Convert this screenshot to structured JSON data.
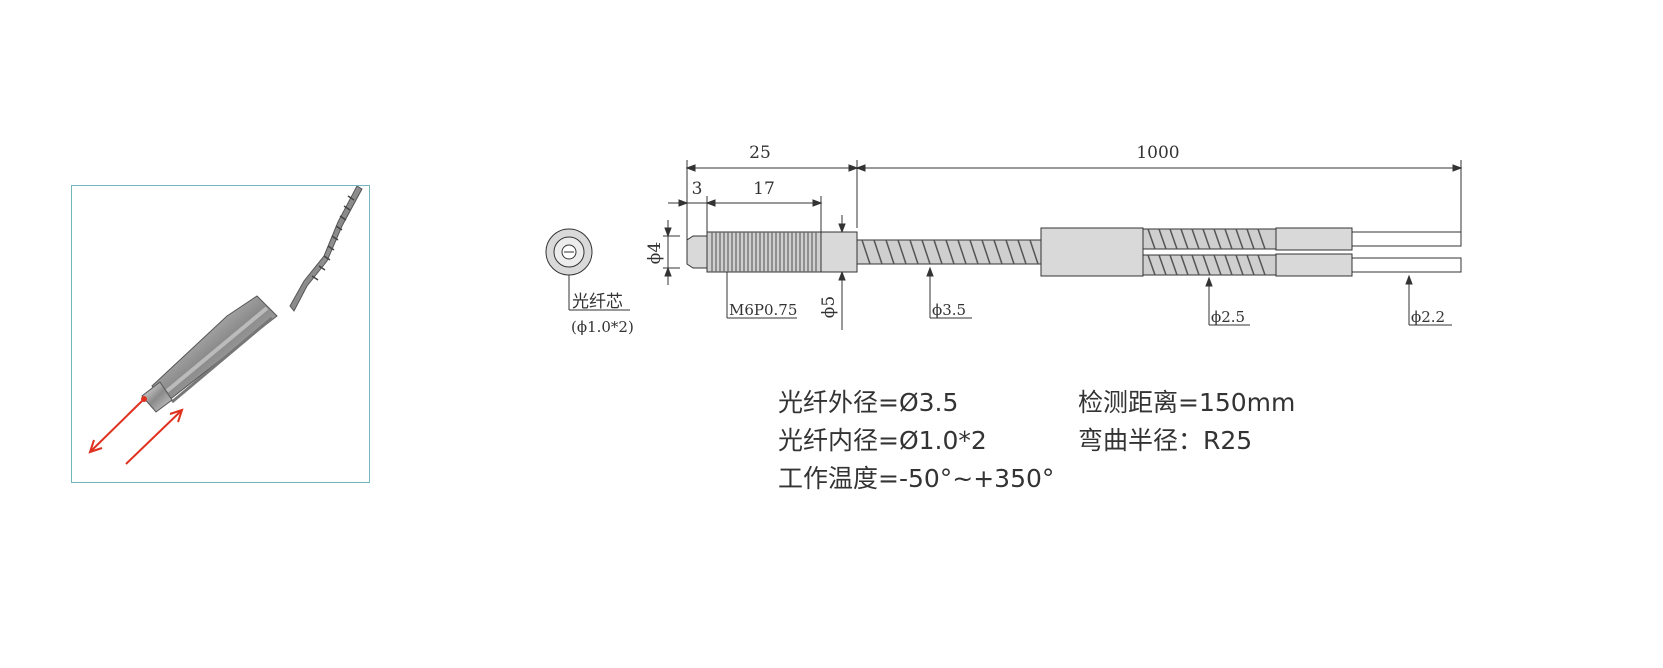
{
  "colors": {
    "frame": "#6fb7bd",
    "arrow": "#e0301e",
    "line": "#333333",
    "fill": "#d9d9d9"
  },
  "photo": {
    "description_icon": "fiber-probe-photo-icon"
  },
  "dimensions": {
    "total_head": "25",
    "fiber_length": "1000",
    "tip": "3",
    "thread_length": "17",
    "dia_tip": "ϕ4",
    "dia_body": "ϕ5",
    "thread": "M6P0.75",
    "dia_sheath": "ϕ3.5",
    "dia_branch": "ϕ2.5",
    "dia_end": "ϕ2.2",
    "core_label": "光纤芯",
    "core_spec": "(ϕ1.0*2)"
  },
  "specs": {
    "outer_dia": "光纤外径=Ø3.5",
    "inner_dia": "光纤内径=Ø1.0*2",
    "temperature": "工作温度=-50°~+350°",
    "distance": "检测距离=150mm",
    "bend_radius": "弯曲半径：R25"
  }
}
